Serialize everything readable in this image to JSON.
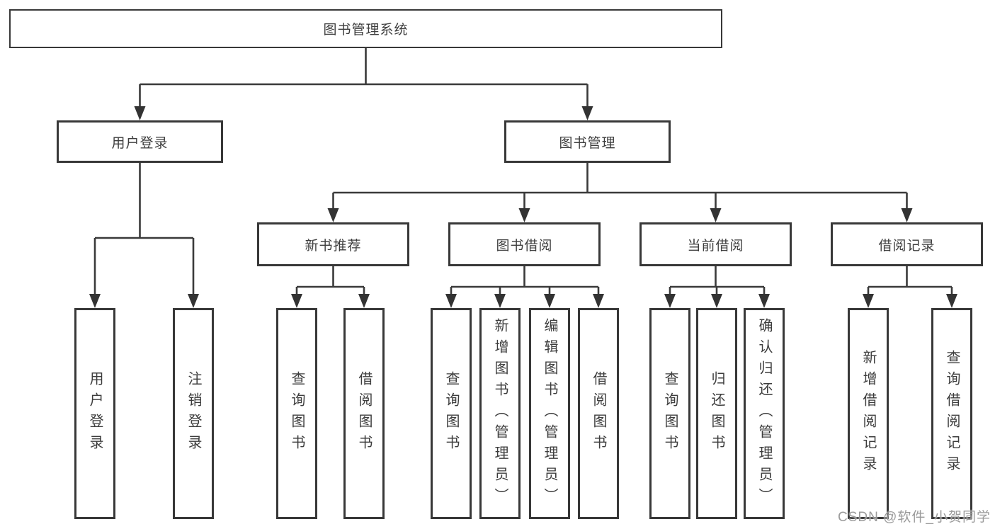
{
  "diagram": {
    "tree": {
      "root": {
        "label": "图书管理系统"
      },
      "branches": [
        {
          "label": "用户登录",
          "children": [
            {
              "label": "用户登录"
            },
            {
              "label": "注销登录"
            }
          ]
        },
        {
          "label": "图书管理",
          "groups": [
            {
              "label": "新书推荐",
              "children": [
                {
                  "label": "查询图书"
                },
                {
                  "label": "借阅图书"
                }
              ]
            },
            {
              "label": "图书借阅",
              "children": [
                {
                  "label": "查询图书"
                },
                {
                  "label": "新增图书（管理员）"
                },
                {
                  "label": "编辑图书（管理员）"
                },
                {
                  "label": "借阅图书"
                }
              ]
            },
            {
              "label": "当前借阅",
              "children": [
                {
                  "label": "查询图书"
                },
                {
                  "label": "归还图书"
                },
                {
                  "label": "确认归还（管理员）"
                }
              ]
            },
            {
              "label": "借阅记录",
              "children": [
                {
                  "label": "新增借阅记录"
                },
                {
                  "label": "查询借阅记录"
                }
              ]
            }
          ]
        }
      ]
    },
    "colors": {
      "line": "#3a3a3a",
      "border": "#383838",
      "text": "#3d3d3d",
      "watermark": "#969696"
    },
    "watermark": "CSDN @软件_小贺同学"
  }
}
